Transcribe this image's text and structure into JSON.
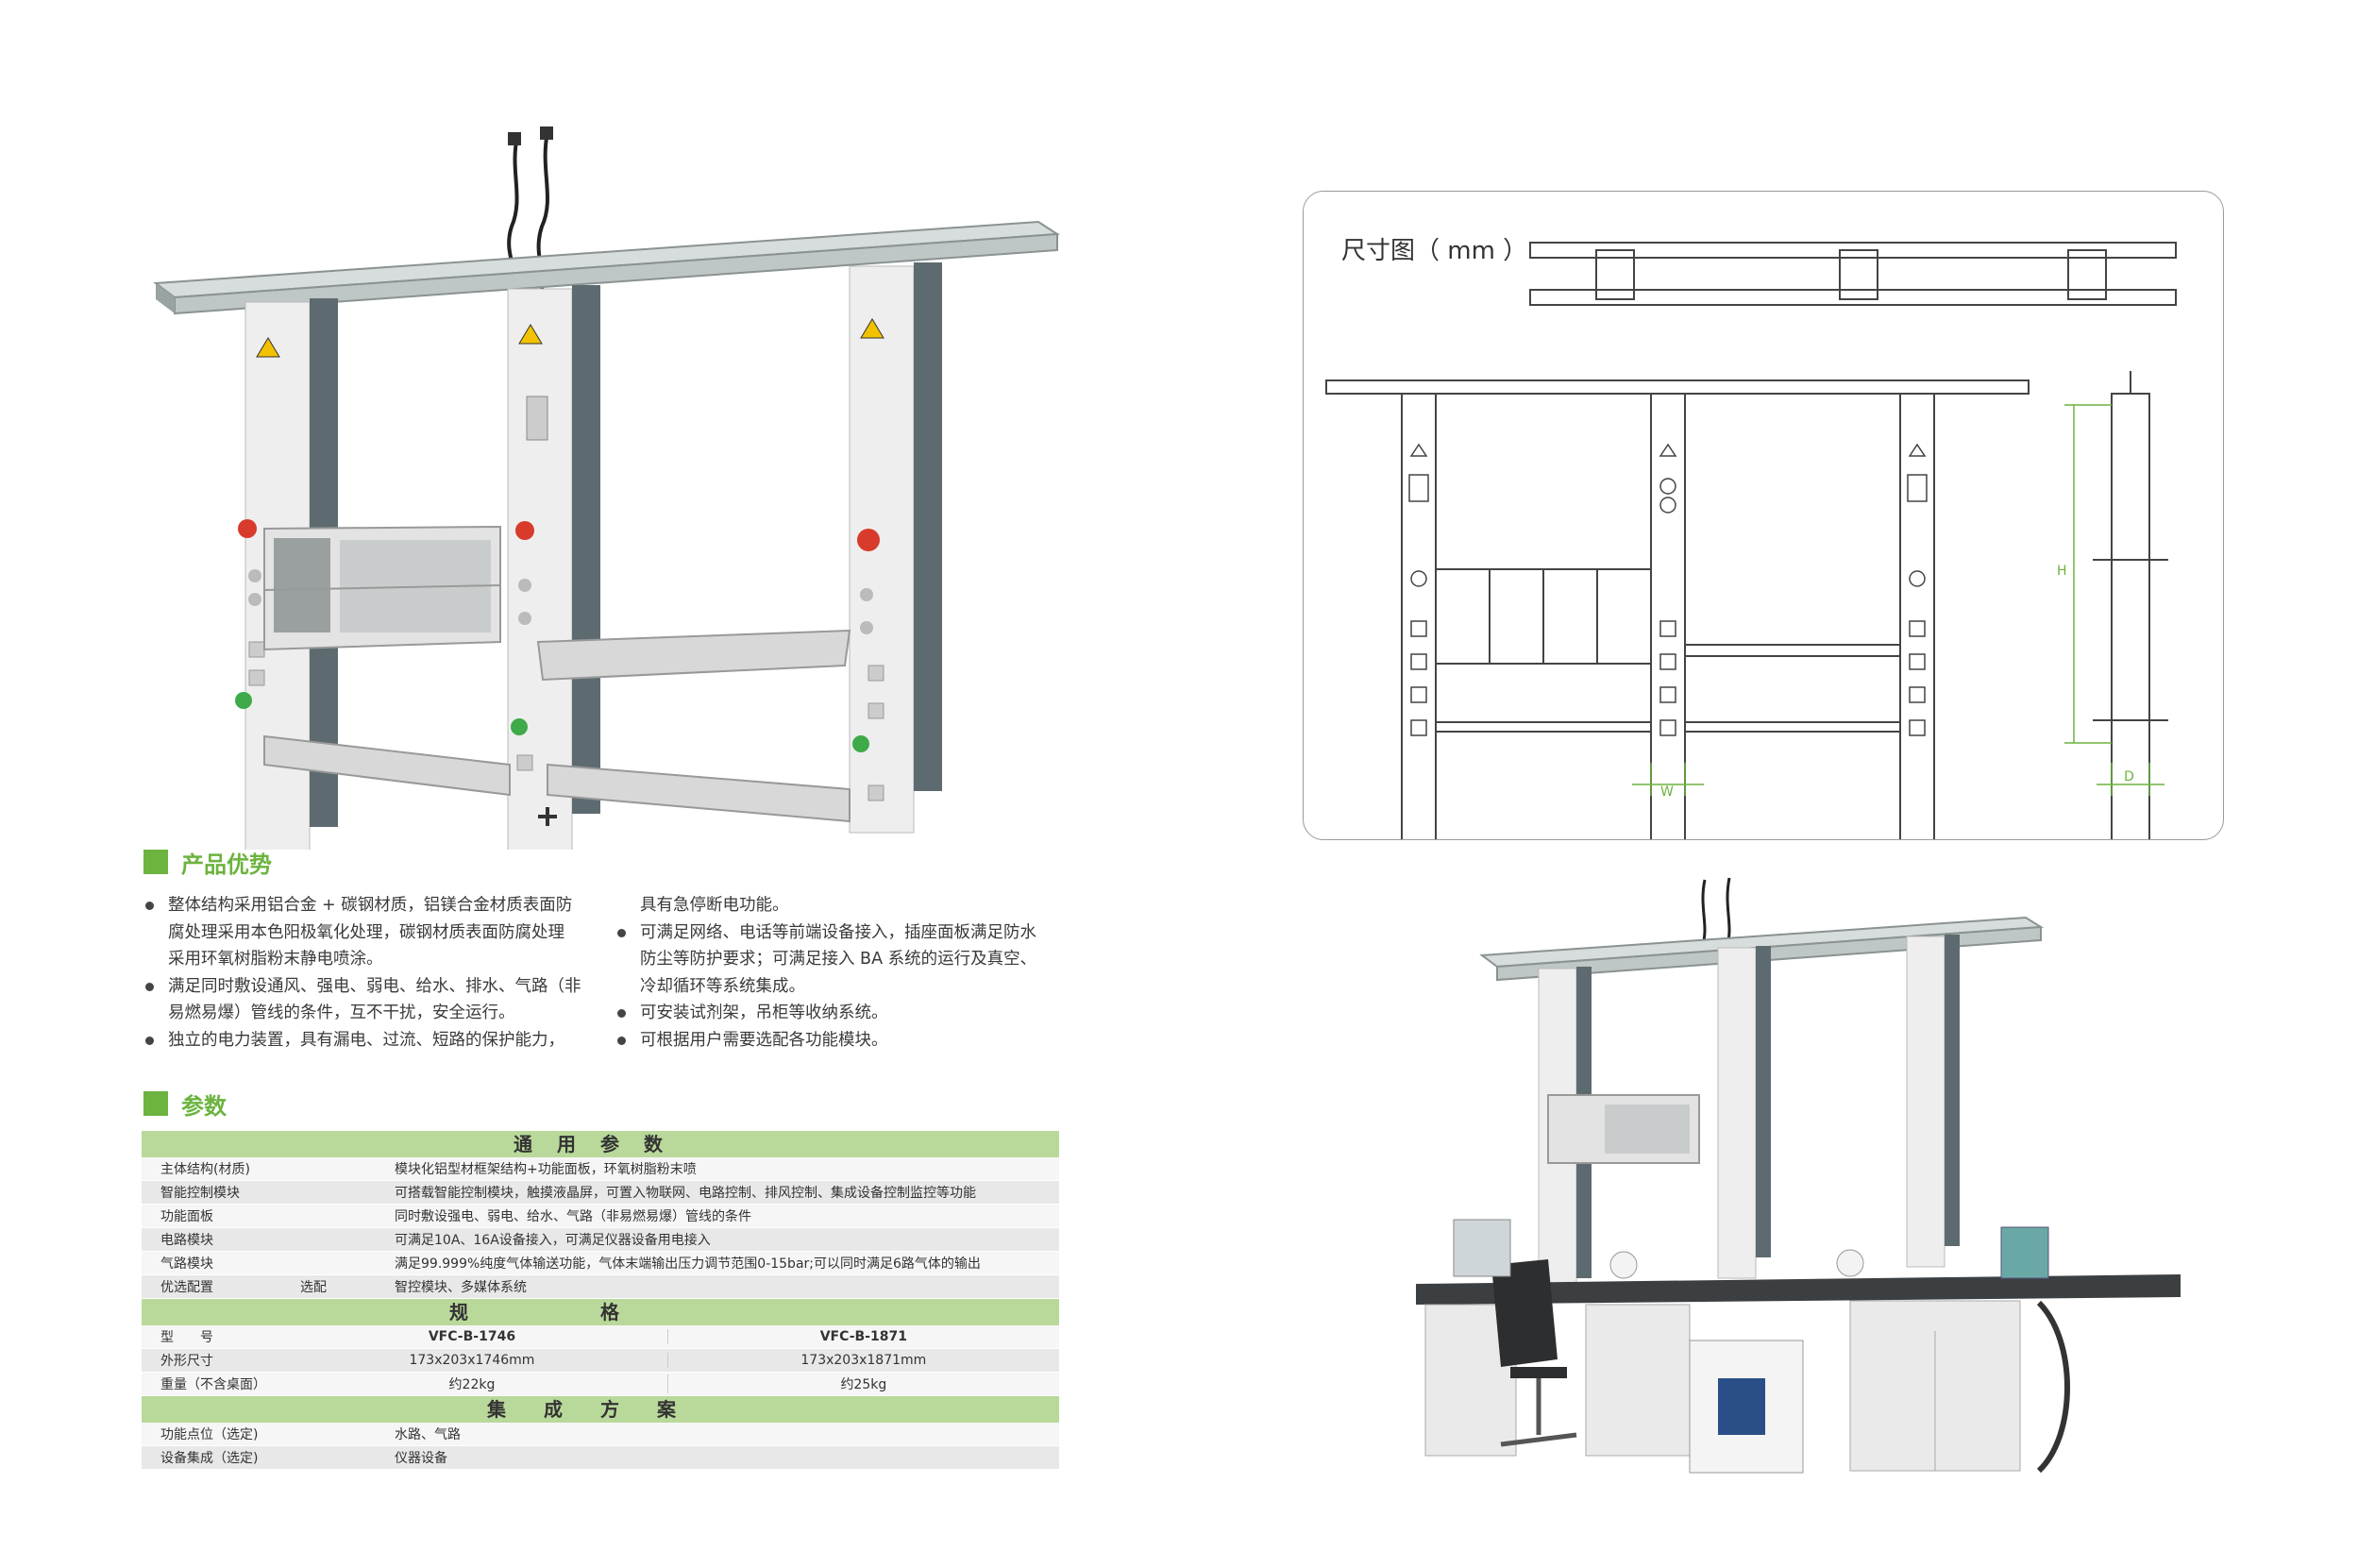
{
  "advantages": {
    "heading": "产品优势",
    "left_items": [
      {
        "lines": [
          "整体结构采用铝合金 + 碳钢材质，铝镁合金材质表面防",
          "腐处理采用本色阳极氧化处理，碳钢材质表面防腐处理",
          "采用环氧树脂粉末静电喷涂。"
        ]
      },
      {
        "lines": [
          "满足同时敷设通风、强电、弱电、给水、排水、气路（非",
          "易燃易爆）管线的条件，互不干扰，安全运行。"
        ]
      },
      {
        "lines": [
          "独立的电力装置，具有漏电、过流、短路的保护能力，"
        ]
      }
    ],
    "right_continuation": "具有急停断电功能。",
    "right_items": [
      {
        "lines": [
          "可满足网络、电话等前端设备接入，插座面板满足防水",
          "防尘等防护要求；可满足接入 BA 系统的运行及真空、",
          "冷却循环等系统集成。"
        ]
      },
      {
        "lines": [
          "可安装试剂架，吊柜等收纳系统。"
        ]
      },
      {
        "lines": [
          "可根据用户需要选配各功能模块。"
        ]
      }
    ]
  },
  "params": {
    "heading": "参数",
    "general_title": "通用参数",
    "general_rows": [
      {
        "label": "主体结构(材质)",
        "value": "模块化铝型材框架结构+功能面板，环氧树脂粉末喷"
      },
      {
        "label": "智能控制模块",
        "value": "可搭载智能控制模块，触摸液晶屏，可置入物联网、电路控制、排风控制、集成设备控制监控等功能"
      },
      {
        "label": "功能面板",
        "value": "同时敷设强电、弱电、给水、气路（非易燃易爆）管线的条件"
      },
      {
        "label": "电路模块",
        "value": "可满足10A、16A设备接入，可满足仪器设备用电接入"
      },
      {
        "label": "气路模块",
        "value": "满足99.999%纯度气体输送功能，气体末端输出压力调节范围0-15bar;可以同时满足6路气体的输出"
      },
      {
        "label": "优选配置",
        "sub": "选配",
        "value": "智控模块、多媒体系统"
      }
    ],
    "spec_title": "规格",
    "spec_rows": [
      {
        "label": "型　　号",
        "a": "VFC-B-1746",
        "b": "VFC-B-1871"
      },
      {
        "label": "外形尺寸",
        "a": "173x203x1746mm",
        "b": "173x203x1871mm"
      },
      {
        "label": "重量（不含桌面）",
        "a": "约22kg",
        "b": "约25kg"
      }
    ],
    "integration_title": "集成方案",
    "integration_rows": [
      {
        "label": "功能点位（选定)",
        "value": "水路、气路"
      },
      {
        "label": "设备集成（选定)",
        "value": "仪器设备"
      }
    ]
  },
  "dimension": {
    "title": "尺寸图（ mm ）",
    "w_label": "W",
    "h_label": "H",
    "d_label": "D"
  },
  "colors": {
    "accent_green": "#6cb33f",
    "band_green": "#b9d99a",
    "frame_gray": "#5d6b70",
    "panel_white": "#eeeeee"
  }
}
